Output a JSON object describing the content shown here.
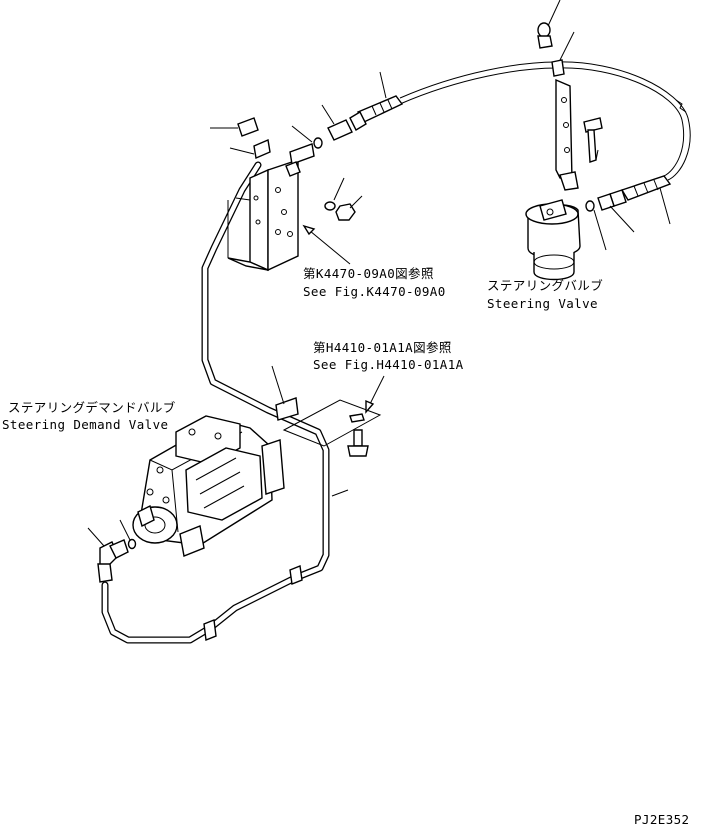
{
  "labels": {
    "ref1_jp": "第K4470-09A0図参照",
    "ref1_en": "See Fig.K4470-09A0",
    "ref2_jp": "第H4410-01A1A図参照",
    "ref2_en": "See Fig.H4410-01A1A",
    "steering_valve_jp": "ステアリングバルブ",
    "steering_valve_en": "Steering Valve",
    "demand_valve_jp": "ステアリングデマンドバルブ",
    "demand_valve_en": "Steering Demand Valve",
    "drawing_code": "PJ2E352"
  }
}
